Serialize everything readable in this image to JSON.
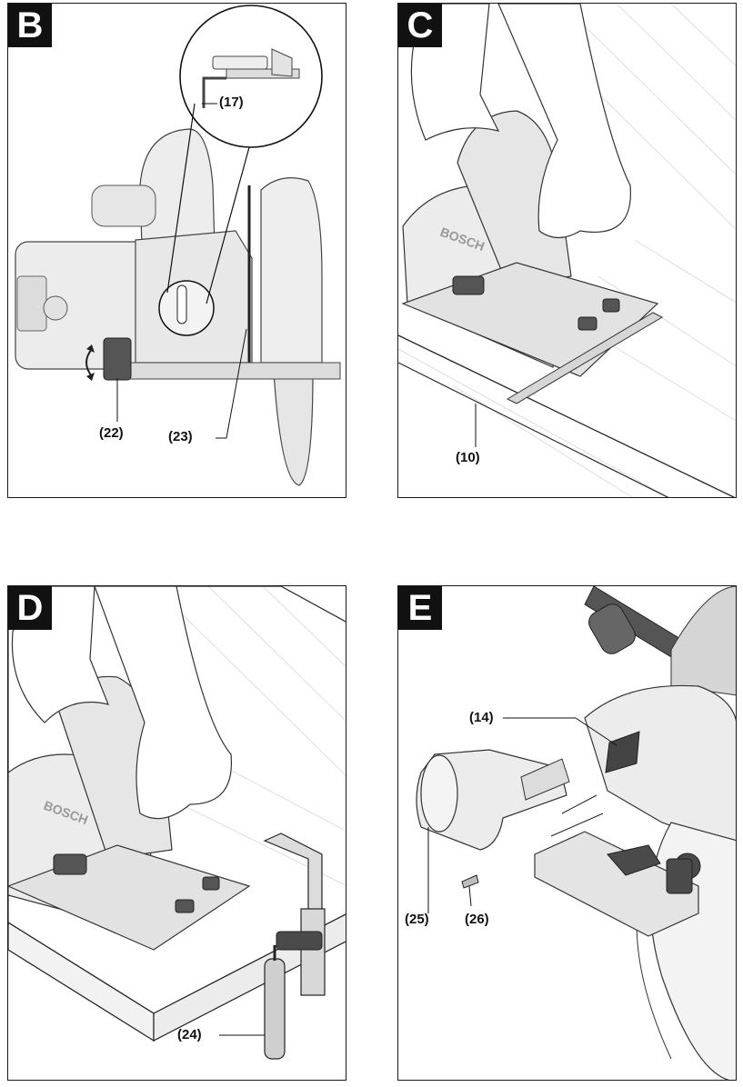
{
  "panels": {
    "b": {
      "label": "B",
      "callouts": {
        "c17": "(17)",
        "c22": "(22)",
        "c23": "(23)"
      }
    },
    "c": {
      "label": "C",
      "callouts": {
        "c10": "(10)"
      },
      "brand": "BOSCH"
    },
    "d": {
      "label": "D",
      "callouts": {
        "c24": "(24)"
      },
      "brand": "BOSCH"
    },
    "e": {
      "label": "E",
      "callouts": {
        "c14": "(14)",
        "c25": "(25)",
        "c26": "(26)"
      }
    }
  },
  "colors": {
    "line": "#1a1a1a",
    "tool_fill": "#e9e9e9",
    "shade": "#c8c8c8",
    "dark": "#555555",
    "wood_line": "#d6d6d6"
  }
}
